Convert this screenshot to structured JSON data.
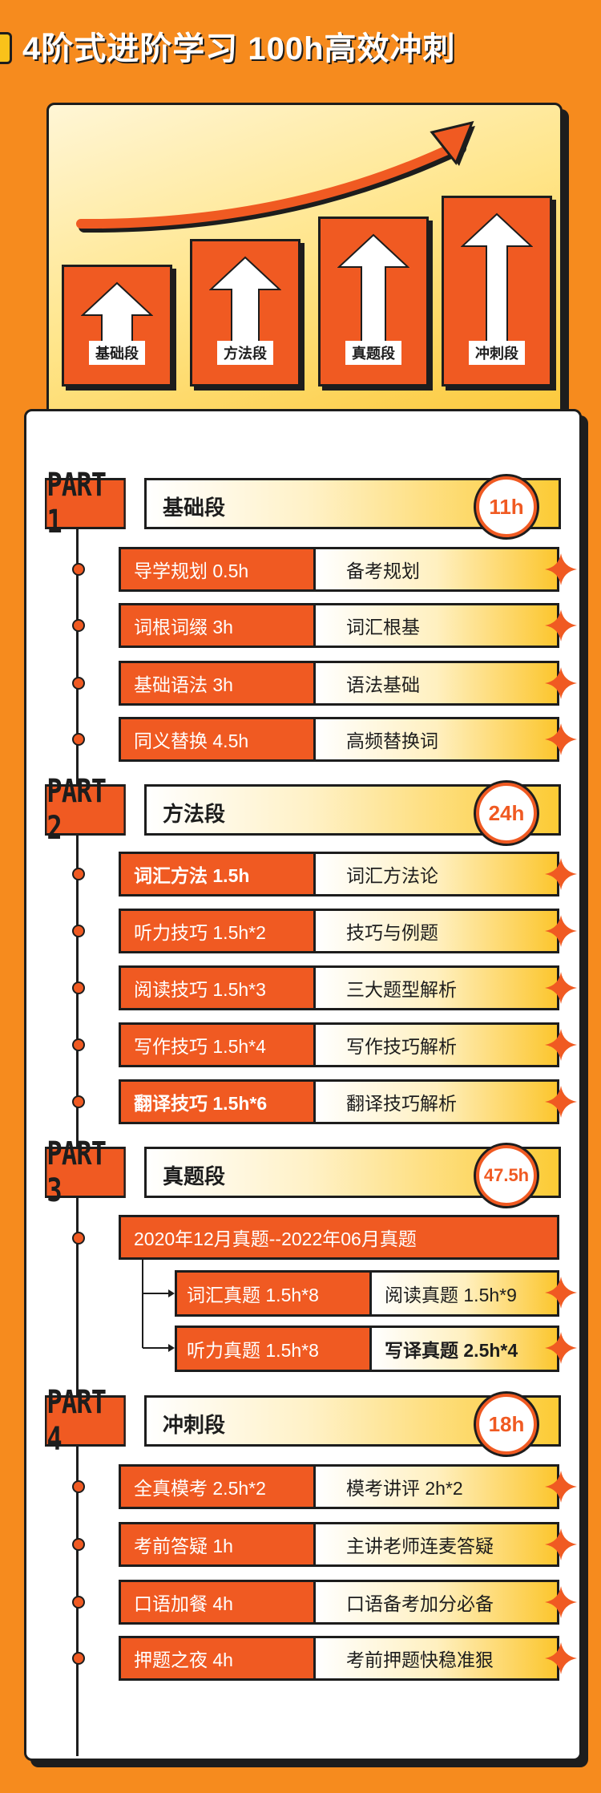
{
  "title": "4阶式进阶学习 100h高效冲刺",
  "colors": {
    "accent": "#F05A22",
    "background": "#F68B1E",
    "yellow": "#FCC62E",
    "ink": "#1d1d1d"
  },
  "hero": {
    "steps": [
      "基础段",
      "方法段",
      "真题段",
      "冲刺段"
    ]
  },
  "parts": [
    {
      "tag": "PART 1",
      "name": "基础段",
      "hours": "11h",
      "items": [
        {
          "left": "导学规划 0.5h",
          "right": "备考规划"
        },
        {
          "left": "词根词缀 3h",
          "right": "词汇根基"
        },
        {
          "left": "基础语法 3h",
          "right": "语法基础"
        },
        {
          "left": "同义替换 4.5h",
          "right": "高频替换词"
        }
      ]
    },
    {
      "tag": "PART 2",
      "name": "方法段",
      "hours": "24h",
      "items": [
        {
          "left": "词汇方法 1.5h",
          "right": "词汇方法论"
        },
        {
          "left": "听力技巧 1.5h*2",
          "right": "技巧与例题"
        },
        {
          "left": "阅读技巧 1.5h*3",
          "right": "三大题型解析"
        },
        {
          "left": "写作技巧 1.5h*4",
          "right": "写作技巧解析"
        },
        {
          "left": "翻译技巧 1.5h*6",
          "right": "翻译技巧解析"
        }
      ]
    },
    {
      "tag": "PART 3",
      "name": "真题段",
      "hours": "47.5h",
      "range": "2020年12月真题--2022年06月真题",
      "sub": [
        {
          "left": "词汇真题  1.5h*8",
          "right": "阅读真题  1.5h*9"
        },
        {
          "left": "听力真题  1.5h*8",
          "right": "写译真题  2.5h*4"
        }
      ]
    },
    {
      "tag": "PART 4",
      "name": "冲刺段",
      "hours": "18h",
      "items": [
        {
          "left": "全真模考  2.5h*2",
          "right": "模考讲评  2h*2"
        },
        {
          "left": "考前答疑  1h",
          "right": "主讲老师连麦答疑"
        },
        {
          "left": "口语加餐  4h",
          "right": "口语备考加分必备"
        },
        {
          "left": "押题之夜  4h",
          "right": "考前押题快稳准狠"
        }
      ]
    }
  ]
}
